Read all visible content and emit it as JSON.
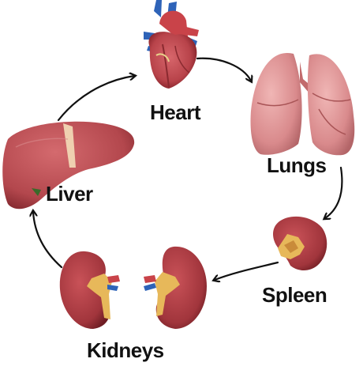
{
  "labels": {
    "heart": "Heart",
    "lungs": "Lungs",
    "spleen": "Spleen",
    "kidneys": "Kidneys",
    "liver": "Liver"
  },
  "icons": [
    "heart-icon",
    "lungs-icon",
    "spleen-icon",
    "kidneys-icon",
    "liver-icon"
  ],
  "colors": {
    "organ_red": "#b8434a",
    "organ_dark": "#7e1f26",
    "lung_pink": "#d98a8c",
    "vessel_blue": "#2e63b8",
    "hilum_yellow": "#e7b85a",
    "arrow": "#111111",
    "label_text": "#111111"
  }
}
